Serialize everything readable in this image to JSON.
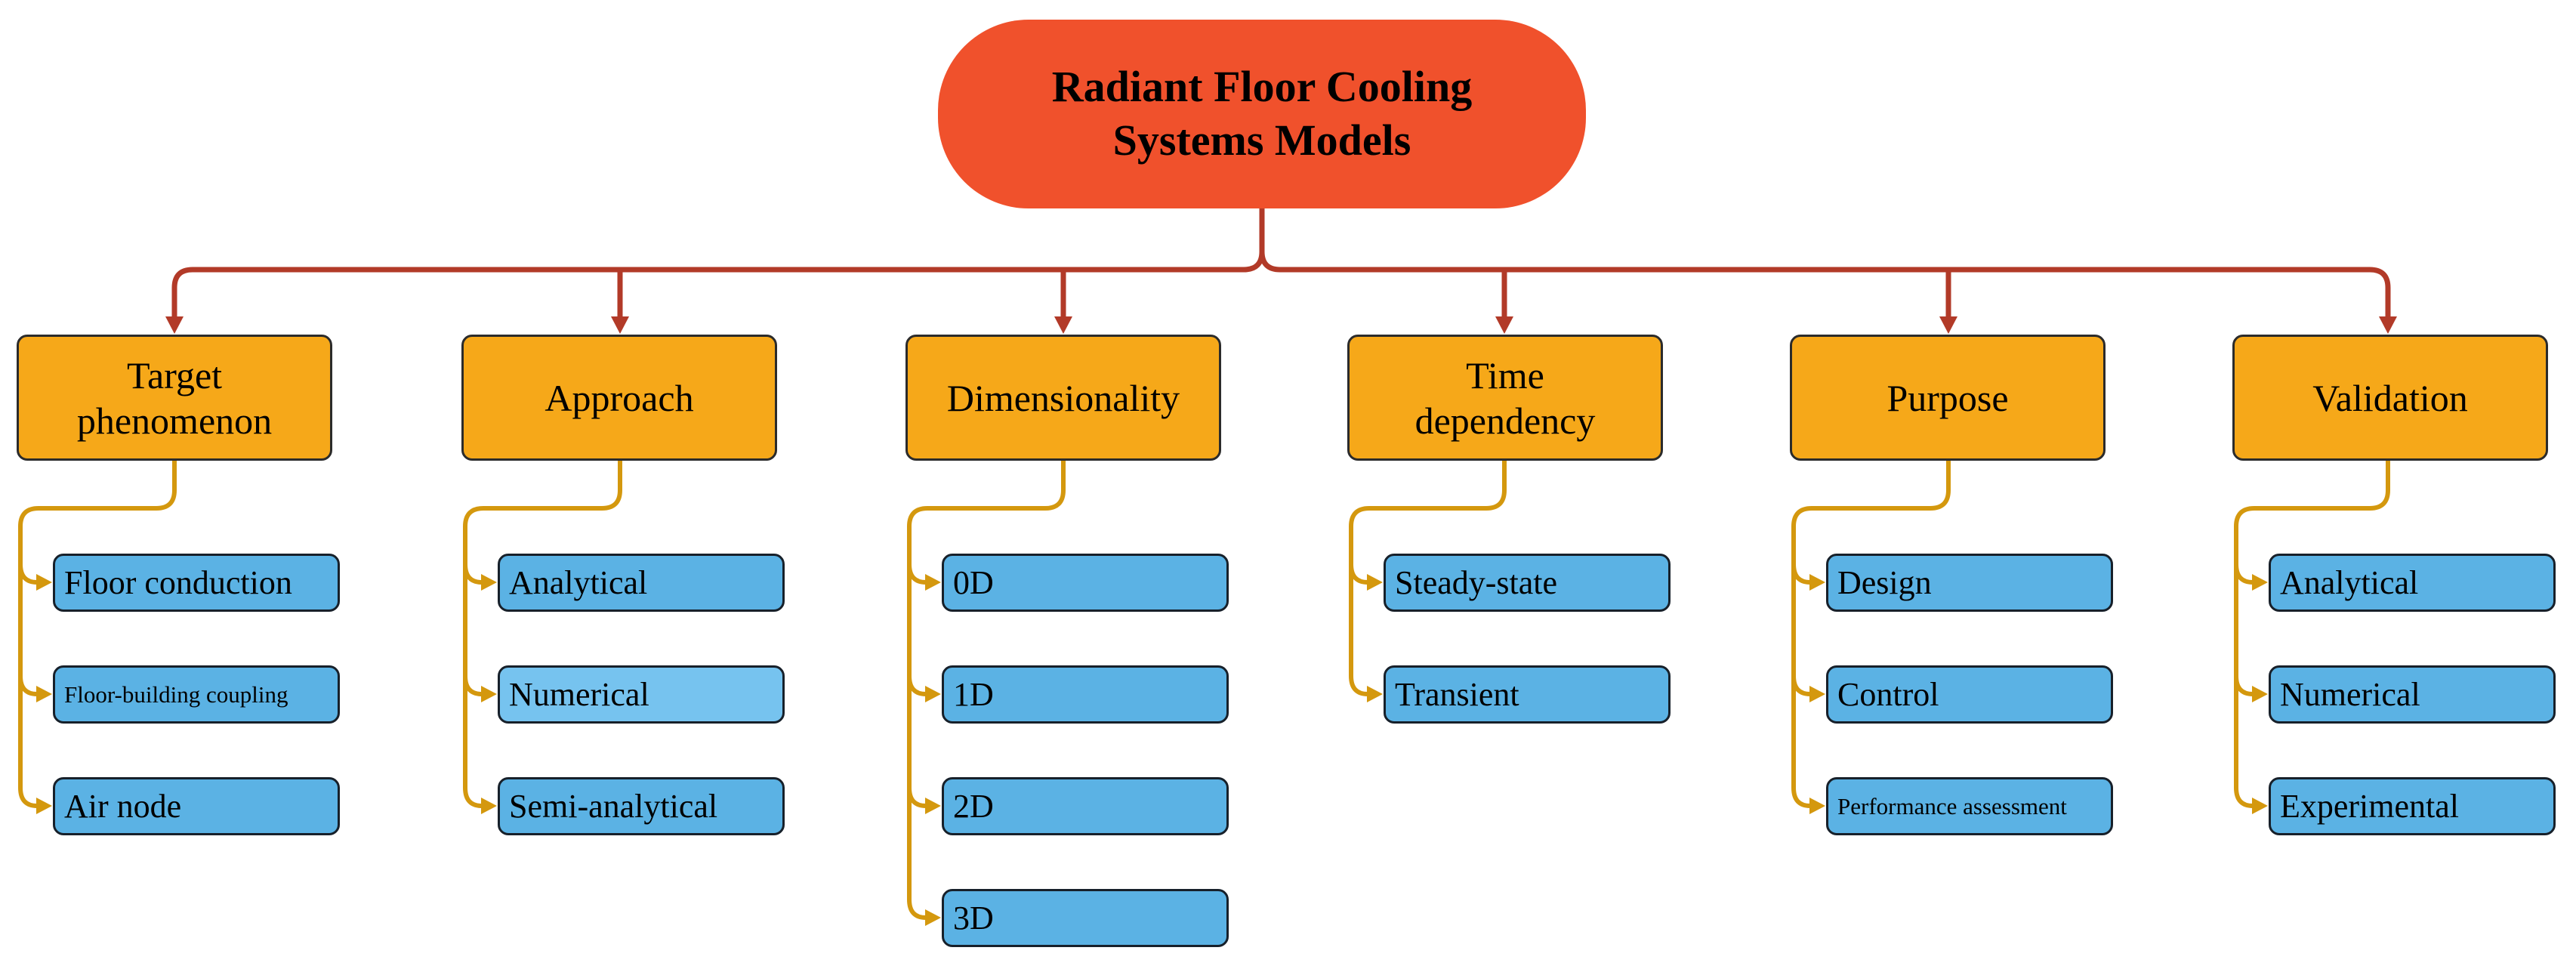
{
  "root": {
    "label": "Radiant Floor Cooling\nSystems Models"
  },
  "branches": [
    {
      "label": "Target\nphenomenon",
      "leaves": [
        {
          "label": "Floor conduction"
        },
        {
          "label": "Floor-building coupling"
        },
        {
          "label": "Air node"
        }
      ]
    },
    {
      "label": "Approach",
      "leaves": [
        {
          "label": "Analytical"
        },
        {
          "label": "Numerical"
        },
        {
          "label": "Semi-analytical"
        }
      ]
    },
    {
      "label": "Dimensionality",
      "leaves": [
        {
          "label": "0D"
        },
        {
          "label": "1D"
        },
        {
          "label": "2D"
        },
        {
          "label": "3D"
        }
      ]
    },
    {
      "label": "Time\ndependency",
      "leaves": [
        {
          "label": "Steady-state"
        },
        {
          "label": "Transient"
        }
      ]
    },
    {
      "label": "Purpose",
      "leaves": [
        {
          "label": "Design"
        },
        {
          "label": "Control"
        },
        {
          "label": "Performance assessment"
        }
      ]
    },
    {
      "label": "Validation",
      "leaves": [
        {
          "label": "Analytical"
        },
        {
          "label": "Numerical"
        },
        {
          "label": "Experimental"
        }
      ]
    }
  ],
  "colors": {
    "root_fill": "#F0512C",
    "branch_fill": "#F6A819",
    "leaf_fill": "#5BB2E4",
    "leaf_fill_light": "#76C3EF",
    "trunk_line": "#B23A28",
    "branch_line": "#D4980E",
    "node_border": "#2B2B2B",
    "leaf_border": "#17202A",
    "text": "#000000",
    "background": "#FFFFFF"
  }
}
